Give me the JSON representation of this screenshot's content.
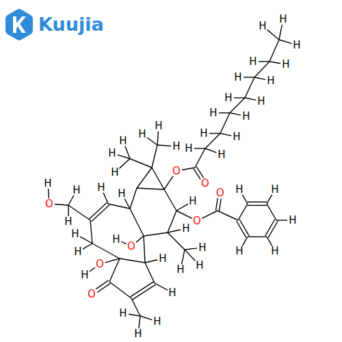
{
  "diagram": {
    "labels": [
      "Kuujia",
      "H",
      "H",
      "H",
      "H",
      "H",
      "H",
      "H",
      "H",
      "H",
      "H",
      "H",
      "H",
      "H",
      "H",
      "H",
      "H",
      "H",
      "H",
      "H",
      "H",
      "H",
      "O",
      "O",
      "O",
      "O",
      "H",
      "H",
      "H",
      "H",
      "H",
      "H",
      "H",
      "H",
      "O",
      "H",
      "H",
      "H",
      "H",
      "H",
      "O",
      "H",
      "O",
      "H",
      "O",
      "H",
      "H",
      "H",
      "H",
      "H",
      "H",
      "H",
      "H",
      "H"
    ]
  }
}
